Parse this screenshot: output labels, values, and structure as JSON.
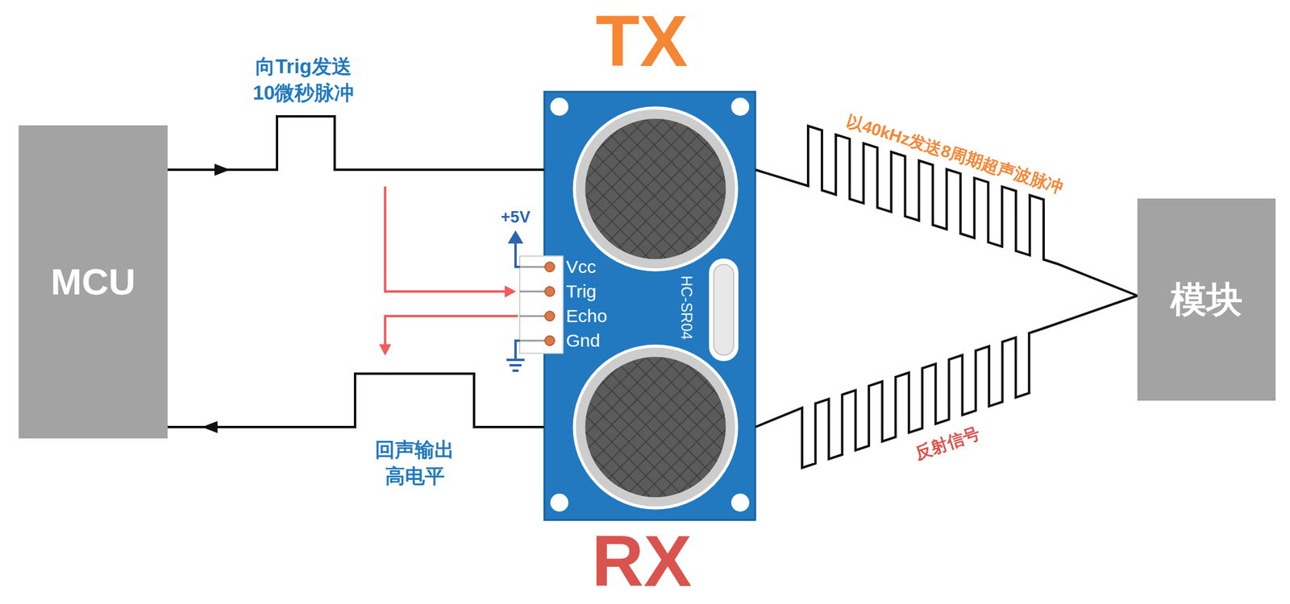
{
  "diagram": {
    "nodes": [
      {
        "text": [
          "MCU"
        ]
      },
      {
        "text": [
          "HC-SR04"
        ]
      },
      {
        "text": [
          "模块"
        ]
      }
    ],
    "edges": [
      {
        "from": 0,
        "to": 1,
        "arrow": "to",
        "label": "向Trig发送 10微秒脉冲"
      },
      {
        "from": 1,
        "to": 0,
        "arrow": "to",
        "label": "回声输出 高电平"
      },
      {
        "from": 1,
        "to": 2,
        "arrow": "none",
        "label": "以40kHz发送8周期超声波脉冲"
      },
      {
        "from": 2,
        "to": 1,
        "arrow": "none",
        "label": "反射信号"
      }
    ],
    "labels": [
      "TX",
      "+5V",
      "Vcc",
      "Trig",
      "Echo",
      "Gnd",
      "RX"
    ]
  }
}
